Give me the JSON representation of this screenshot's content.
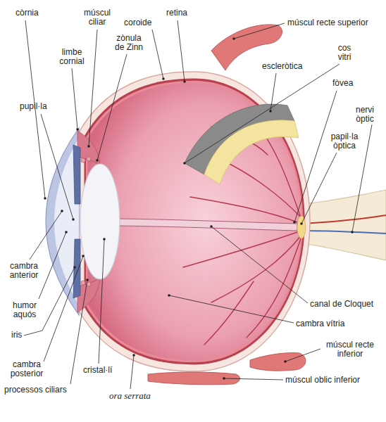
{
  "diagram": {
    "labels": [
      "còrnia",
      "múscul ciliar",
      "coroide",
      "retina",
      "múscul recte superior",
      "zònula de Zinn",
      "limbe cornial",
      "escleròtica",
      "cos vitri",
      "fòvea",
      "pupil·la",
      "nervi òptic",
      "papil·la òptica",
      "cambra anterior",
      "humor aquós",
      "canal de Cloquet",
      "iris",
      "cambra vítria",
      "múscul recte inferior",
      "cambra posterior",
      "cristal·lí",
      "processos ciliars",
      "múscul oblic inferior",
      "ora serrata"
    ]
  }
}
